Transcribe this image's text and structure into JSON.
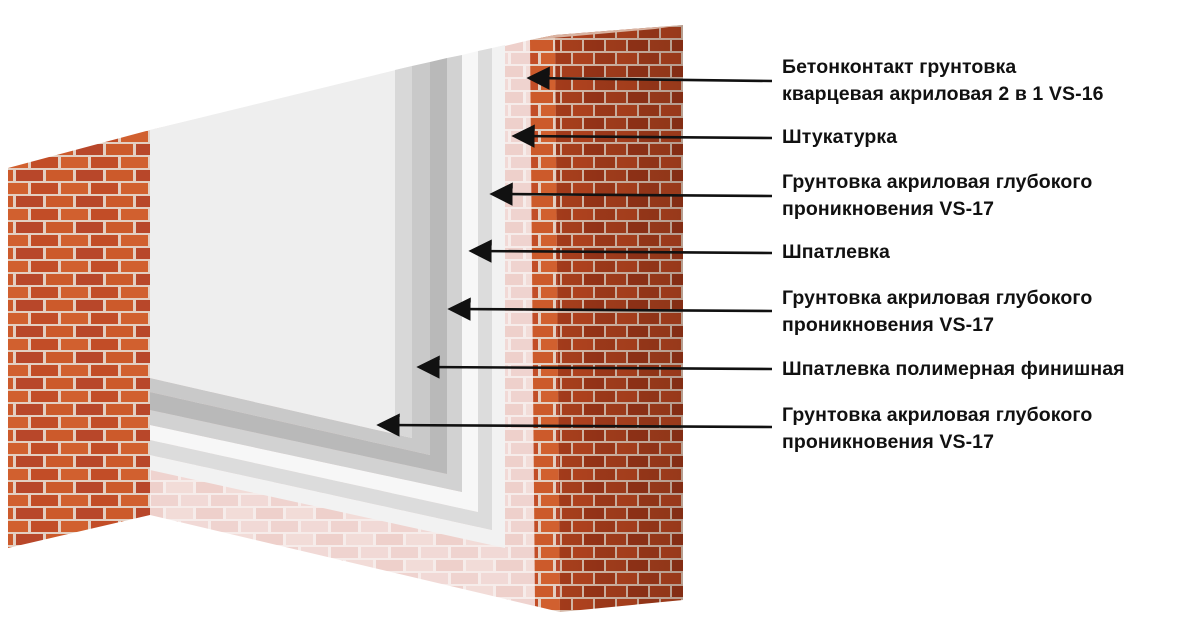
{
  "diagram": {
    "layers": [
      {
        "id": "concrete-contact",
        "lines": [
          "Бетонконтакт грунтовка",
          "кварцевая акриловая 2 в 1 VS-16"
        ]
      },
      {
        "id": "plaster",
        "lines": [
          "Штукатурка"
        ]
      },
      {
        "id": "primer-1",
        "lines": [
          "Грунтовка акриловая глубокого",
          "проникновения VS-17"
        ]
      },
      {
        "id": "putty",
        "lines": [
          "Шпатлевка"
        ]
      },
      {
        "id": "primer-2",
        "lines": [
          "Грунтовка акриловая глубокого",
          "проникновения VS-17"
        ]
      },
      {
        "id": "finish-putty",
        "lines": [
          "Шпатлевка полимерная финишная"
        ]
      },
      {
        "id": "primer-3",
        "lines": [
          "Грунтовка акриловая глубокого",
          "проникновения VS-17"
        ]
      }
    ],
    "colors": {
      "brick": "#c9532c",
      "brick_dark": "#8f3216",
      "mortar": "#e8d8cc",
      "layer_light": "#efefef",
      "layer_gray": "#b4b4b4",
      "arrow": "#111111"
    }
  }
}
